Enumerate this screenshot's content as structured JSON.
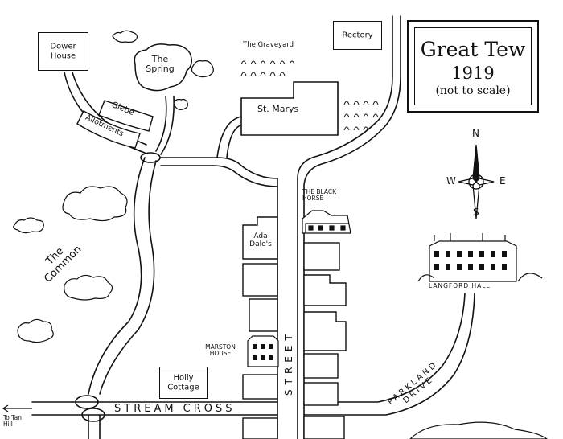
{
  "title": {
    "line1": "Great Tew",
    "line2": "1919",
    "line3": "(not to scale)"
  },
  "compass": {
    "n": "N",
    "s": "S",
    "e": "E",
    "w": "W"
  },
  "places": {
    "dower_house": "Dower House",
    "rectory": "Rectory",
    "graveyard": "The Graveyard",
    "spring": "The Spring",
    "glebe": "Glebe",
    "allotments": "Allotments",
    "st_marys": "St. Marys",
    "black_horse": "THE BLACK HORSE",
    "langford_hall": "LANGFORD HALL",
    "ada_dales": "Ada Dale's",
    "common": "The Common",
    "marston_house": "MARSTON HOUSE",
    "holly_cottage": "Holly Cottage"
  },
  "roads": {
    "street": "STREET",
    "stream_cross": "STREAM CROSS",
    "parkland_drive": "PARKLAND DRIVE",
    "to_tan_hill": "To Tan Hill"
  },
  "colors": {
    "ink": "#111111",
    "paper": "#ffffff"
  }
}
